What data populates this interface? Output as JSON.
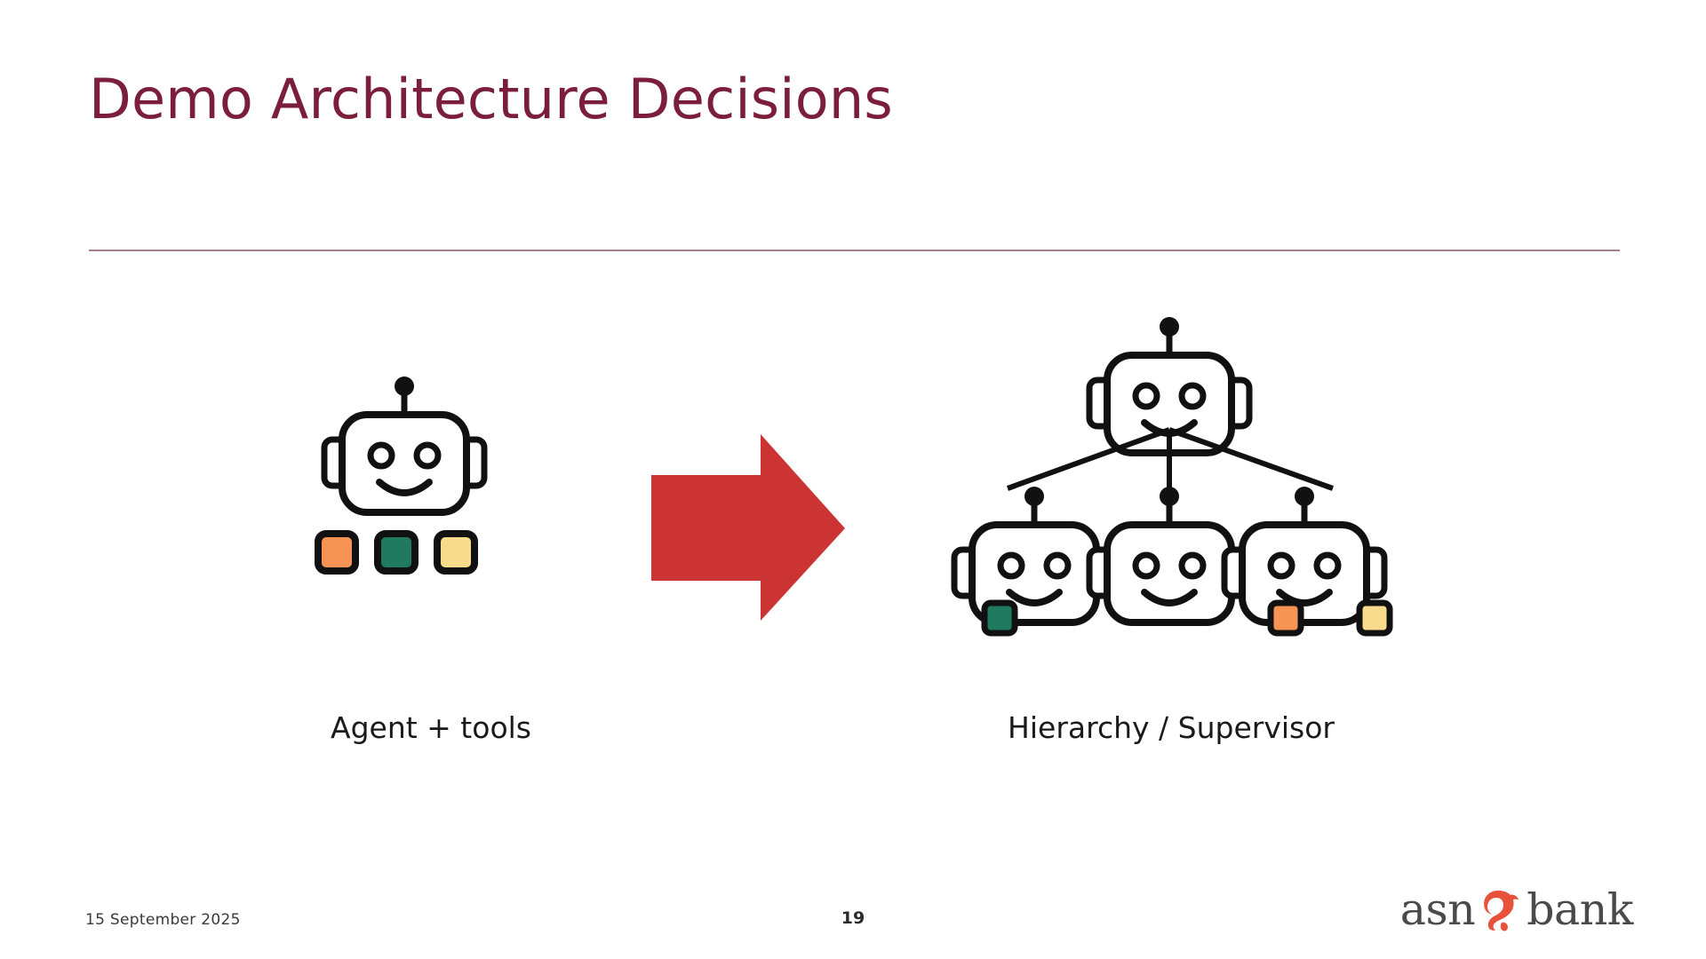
{
  "slide": {
    "title": "Demo Architecture Decisions",
    "title_color": "#7B1E3C",
    "rule_color": "#A87D8E",
    "background": "#ffffff"
  },
  "diagram": {
    "type": "architecture-comparison",
    "arrow": {
      "name": "transition-arrow",
      "direction": "right",
      "color": "#CC3333"
    },
    "left_panel": {
      "caption": "Agent + tools",
      "robot": {
        "name": "agent-robot",
        "stroke_color": "#111111",
        "fill_color": "#ffffff"
      },
      "tools": [
        {
          "label": "tool-orange",
          "color": "#F79455"
        },
        {
          "label": "tool-teal",
          "color": "#1F7A5F"
        },
        {
          "label": "tool-yellow",
          "color": "#F8DC8C"
        }
      ]
    },
    "right_panel": {
      "caption": "Hierarchy / Supervisor",
      "supervisor": {
        "name": "supervisor-robot",
        "stroke_color": "#111111",
        "fill_color": "#ffffff"
      },
      "workers": [
        {
          "name": "worker-robot-1",
          "tools": [
            {
              "label": "tool-teal",
              "color": "#1F7A5F"
            }
          ]
        },
        {
          "name": "worker-robot-2",
          "tools": []
        },
        {
          "name": "worker-robot-3",
          "tools": [
            {
              "label": "tool-orange",
              "color": "#F79455"
            },
            {
              "label": "tool-yellow",
              "color": "#F8DC8C"
            }
          ]
        }
      ],
      "connector_color": "#111111"
    }
  },
  "footer": {
    "date": "15 September 2025",
    "page_number": "19",
    "logo": {
      "word_left": "asn",
      "word_right": "bank",
      "mark_name": "asn-squirrel-icon",
      "mark_color": "#E8513A",
      "text_color": "#4A4A4A"
    }
  }
}
